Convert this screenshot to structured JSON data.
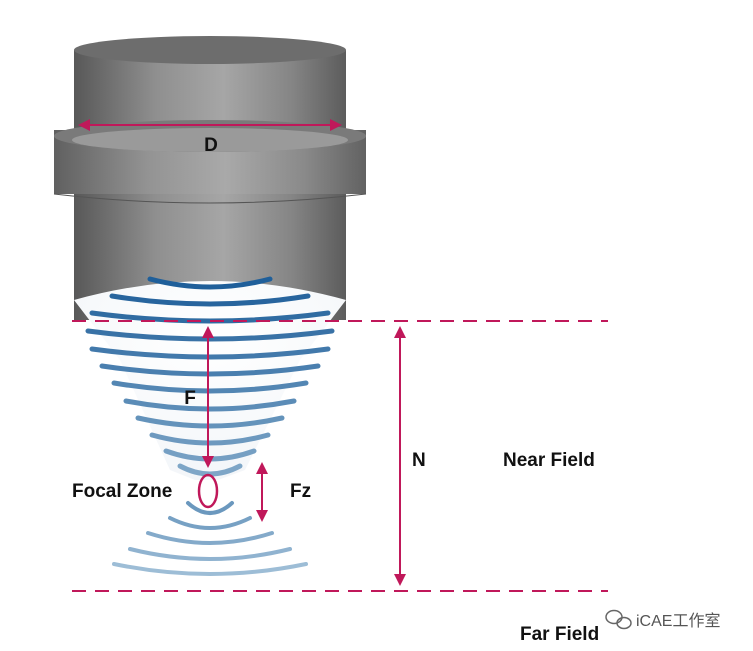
{
  "labels": {
    "diameter": "D",
    "focal_length": "F",
    "near_field_distance": "N",
    "near_field": "Near Field",
    "focal_zone": "Focal Zone",
    "focal_zone_length": "Fz",
    "far_field": "Far Field"
  },
  "watermark": {
    "text": "iCAE工作室",
    "icon": "wechat-icon"
  },
  "colors": {
    "accent": "#c0185a",
    "transducer_dark": "#5f5f5f",
    "transducer_light": "#a3a3a3",
    "wave_dark": "#1f5f9a",
    "wave_light": "#a9c6dc"
  }
}
